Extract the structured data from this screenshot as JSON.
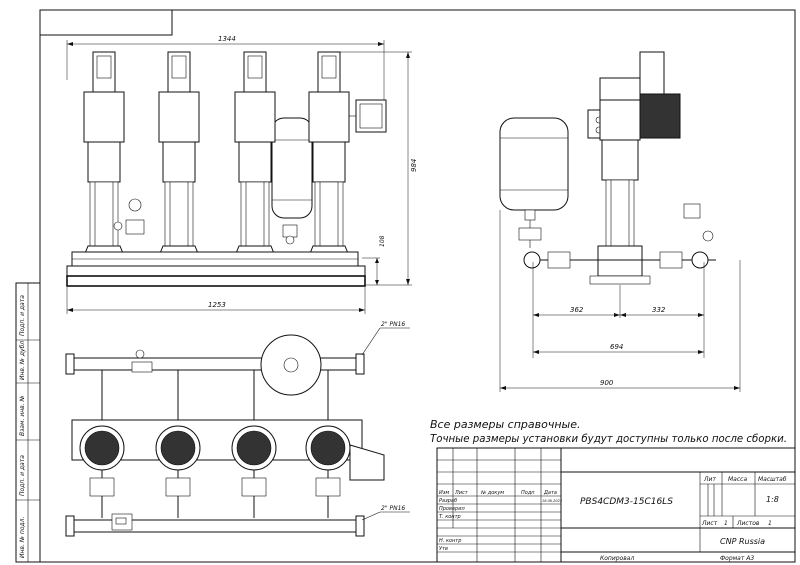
{
  "dimensions": {
    "overall_width_front": "1344",
    "height_total": "984",
    "height_outlet": "108",
    "base_length": "1253",
    "side_left": "362",
    "side_right": "332",
    "side_total": "694",
    "side_overall": "900"
  },
  "pipe_labels": {
    "top_connection": "2\" PN16",
    "bottom_connection": "2\" PN16"
  },
  "notes": {
    "line1": "Все размеры справочные.",
    "line2": "Точные размеры установки будут доступны только после сборки."
  },
  "title_block": {
    "designation": "PBS4CDM3-15C16LS",
    "company": "CNP Russia",
    "col_lit": "Лит",
    "col_mass": "Масса",
    "col_scale": "Масштаб",
    "scale_value": "1:8",
    "sheet_label": "Лист",
    "sheet_value": "1",
    "sheets_label": "Листов",
    "sheets_value": "1",
    "rev_header": [
      "Изм",
      "Лист",
      "№ докум",
      "Подп",
      "Дата"
    ],
    "rows": [
      "Разраб",
      "Проверил",
      "Т. контр",
      "",
      "Н. контр",
      "Утв"
    ],
    "date_small": "18.06.2024",
    "copied": "Копировал",
    "format": "Формат А3"
  },
  "side_strip": {
    "labels": [
      "Подп. и дата",
      "Инв. № дубл",
      "Взам. инв. №",
      "Подп. и дата",
      "Инв. № подл."
    ]
  }
}
